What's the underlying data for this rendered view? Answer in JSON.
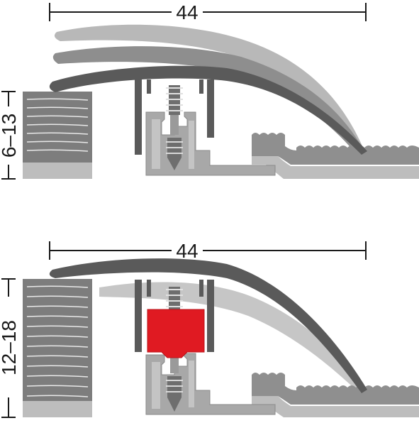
{
  "top_view": {
    "width_label": "44",
    "height_label": "6–13"
  },
  "bottom_view": {
    "width_label": "44",
    "height_label": "12–18"
  },
  "colors": {
    "profile": "#5a5a5a",
    "profile_ghost_light": "#b4b4b4",
    "profile_ghost_mid": "#8c8c8c",
    "base": "#a6a6a6",
    "floor_block": "#7d7d7d",
    "floor_block_bottom": "#bdbdbd",
    "carpet": "#8f8f8f",
    "screw": "#6e6e6e",
    "spacer": "#e01a22",
    "line": "#1a1a1a"
  }
}
